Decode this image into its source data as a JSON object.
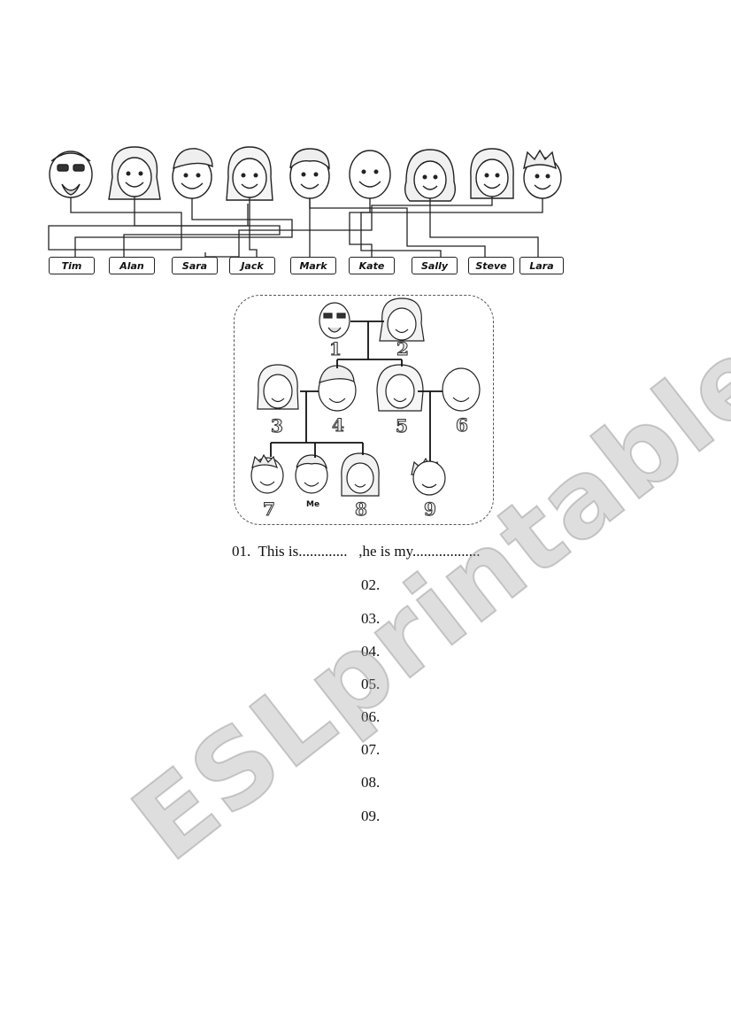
{
  "names": [
    "Tim",
    "Alan",
    "Sara",
    "Jack",
    "Mark",
    "Kate",
    "Sally",
    "Steve",
    "Lara"
  ],
  "tree": {
    "labels": [
      "1",
      "2",
      "3",
      "4",
      "5",
      "6",
      "7",
      "8",
      "9"
    ],
    "me_label": "Me"
  },
  "sentences": {
    "first": "01.  This is.............   ,he is my..................",
    "items": [
      "02.",
      "03.",
      "04.",
      "05.",
      "06.",
      "07.",
      "08.",
      "09."
    ]
  },
  "watermark": "ESLprintables.com"
}
